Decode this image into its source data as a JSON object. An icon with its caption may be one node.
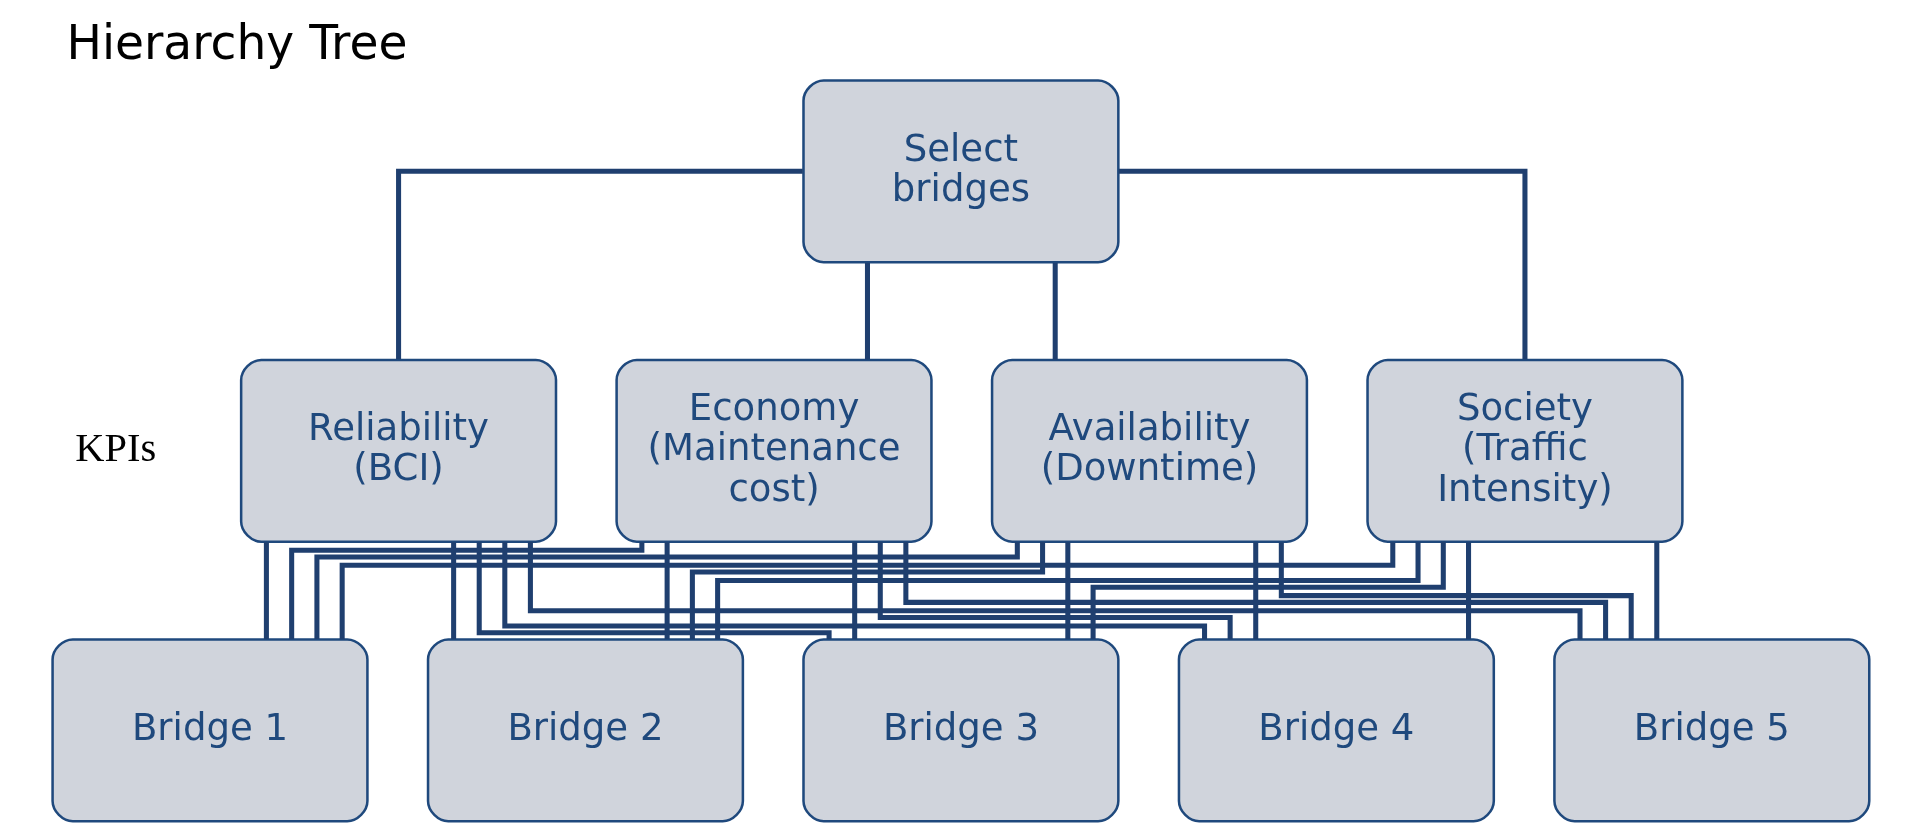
{
  "diagram": {
    "title": "Hierarchy Tree",
    "nodes": [
      {
        "text": [
          "Select bridges"
        ]
      },
      {
        "text": [
          "Reliability (BCI)"
        ]
      },
      {
        "text": [
          "Economy (Maintenance cost)"
        ]
      },
      {
        "text": [
          "Availability (Downtime)"
        ]
      },
      {
        "text": [
          "Society (Traffic Intensity)"
        ]
      },
      {
        "text": [
          "Bridge 1"
        ]
      },
      {
        "text": [
          "Bridge 2"
        ]
      },
      {
        "text": [
          "Bridge 3"
        ]
      },
      {
        "text": [
          "Bridge 4"
        ]
      },
      {
        "text": [
          "Bridge 5"
        ]
      }
    ],
    "edges": [
      {
        "from": 0,
        "to": 1,
        "arrow": "none"
      },
      {
        "from": 0,
        "to": 2,
        "arrow": "none"
      },
      {
        "from": 0,
        "to": 3,
        "arrow": "none"
      },
      {
        "from": 0,
        "to": 4,
        "arrow": "none"
      },
      {
        "from": 1,
        "to": 5,
        "arrow": "none"
      },
      {
        "from": 1,
        "to": 6,
        "arrow": "none"
      },
      {
        "from": 1,
        "to": 7,
        "arrow": "none"
      },
      {
        "from": 1,
        "to": 8,
        "arrow": "none"
      },
      {
        "from": 1,
        "to": 9,
        "arrow": "none"
      },
      {
        "from": 2,
        "to": 5,
        "arrow": "none"
      },
      {
        "from": 2,
        "to": 6,
        "arrow": "none"
      },
      {
        "from": 2,
        "to": 7,
        "arrow": "none"
      },
      {
        "from": 2,
        "to": 8,
        "arrow": "none"
      },
      {
        "from": 2,
        "to": 9,
        "arrow": "none"
      },
      {
        "from": 3,
        "to": 5,
        "arrow": "none"
      },
      {
        "from": 3,
        "to": 6,
        "arrow": "none"
      },
      {
        "from": 3,
        "to": 7,
        "arrow": "none"
      },
      {
        "from": 3,
        "to": 8,
        "arrow": "none"
      },
      {
        "from": 3,
        "to": 9,
        "arrow": "none"
      },
      {
        "from": 4,
        "to": 5,
        "arrow": "none"
      },
      {
        "from": 4,
        "to": 6,
        "arrow": "none"
      },
      {
        "from": 4,
        "to": 7,
        "arrow": "none"
      },
      {
        "from": 4,
        "to": 8,
        "arrow": "none"
      },
      {
        "from": 4,
        "to": 9,
        "arrow": "none"
      }
    ],
    "labels": [
      "KPIs"
    ]
  }
}
